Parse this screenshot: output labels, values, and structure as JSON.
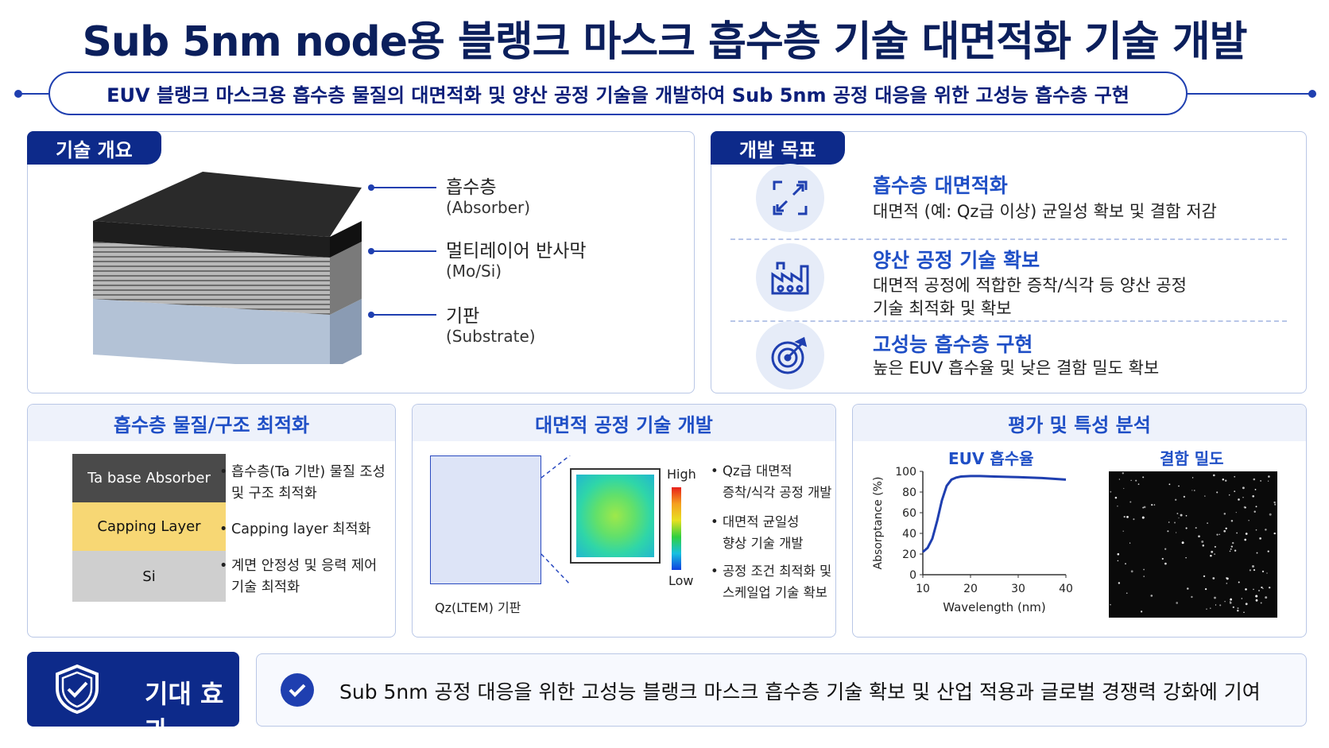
{
  "title": "Sub 5nm node용 블랭크 마스크 흡수층 기술 대면적화 기술 개발",
  "subtitle": "EUV 블랭크 마스크용 흡수층 물질의 대면적화 및 양산 공정 기술을 개발하여 Sub 5nm 공정 대응을 위한 고성능 흡수층 구현",
  "overview": {
    "tab": "기술 개요",
    "layers": [
      {
        "name": "흡수층",
        "sub": "(Absorber)"
      },
      {
        "name": "멀티레이어 반사막",
        "sub": "(Mo/Si)"
      },
      {
        "name": "기판",
        "sub": "(Substrate)"
      }
    ]
  },
  "goals": {
    "tab": "개발 목표",
    "items": [
      {
        "icon": "expand-arrows-icon",
        "title": "흡수층 대면적화",
        "desc": [
          "대면적 (예: Qz급 이상) 균일성 확보 및 결함 저감"
        ]
      },
      {
        "icon": "factory-icon",
        "title": "양산 공정 기술 확보",
        "desc": [
          "대면적 공정에 적합한 증착/식각 등 양산 공정",
          "기술 최적화 및 확보"
        ]
      },
      {
        "icon": "target-icon",
        "title": "고성능 흡수층 구현",
        "desc": [
          "높은 EUV 흡수율 및 낮은 결함 밀도 확보"
        ]
      }
    ]
  },
  "material": {
    "header": "흡수층 물질/구조 최적화",
    "stack": [
      {
        "label": "Ta base Absorber",
        "color": "#4a4a4a",
        "text_color": "#ffffff"
      },
      {
        "label": "Capping Layer",
        "color": "#f7d774",
        "text_color": "#111111"
      },
      {
        "label": "Si",
        "color": "#cfcfcf",
        "text_color": "#111111"
      }
    ],
    "bullets": [
      [
        "흡수층(Ta 기반) 물질 조성",
        "및 구조 최적화"
      ],
      [
        "Capping layer 최적화"
      ],
      [
        "계면 안정성 및 응력 제어",
        "기술 최적화"
      ]
    ]
  },
  "process": {
    "header": "대면적 공정 기술 개발",
    "substrate_label": "Qz(LTEM) 기판",
    "scale_high": "High",
    "scale_low": "Low",
    "bullets": [
      [
        "Qz급 대면적",
        "증착/식각 공정 개발"
      ],
      [
        "대면적 균일성",
        "향상 기술 개발"
      ],
      [
        "공정 조건 최적화 및",
        "스케일업 기술 확보"
      ]
    ]
  },
  "evaluation": {
    "header": "평가 및 특성 분석",
    "chart_title": "EUV 흡수율",
    "defect_title": "결함 밀도"
  },
  "chart_data": {
    "type": "line",
    "title": "EUV 흡수율",
    "xlabel": "Wavelength (nm)",
    "ylabel": "Absorptance (%)",
    "xlim": [
      10,
      40
    ],
    "ylim": [
      0,
      100
    ],
    "xticks": [
      10,
      20,
      30,
      40
    ],
    "yticks": [
      0,
      20,
      40,
      60,
      80,
      100
    ],
    "grid": false,
    "series": [
      {
        "x": [
          10,
          11,
          12,
          13,
          14,
          15,
          16,
          17,
          18,
          20,
          22,
          25,
          30,
          35,
          40
        ],
        "y": [
          22,
          26,
          35,
          52,
          72,
          86,
          92,
          94,
          95,
          95.5,
          95.5,
          95,
          94.5,
          93.5,
          92
        ]
      }
    ]
  },
  "effect": {
    "title": "기대 효과",
    "text": "Sub 5nm 공정 대응을 위한 고성능 블랭크 마스크 흡수층 기술 확보 및 산업 적용과 글로벌 경쟁력 강화에 기여"
  },
  "colors": {
    "navy": "#0d2a8a",
    "accent": "#1f4fc6",
    "border": "#b9c7e6"
  }
}
